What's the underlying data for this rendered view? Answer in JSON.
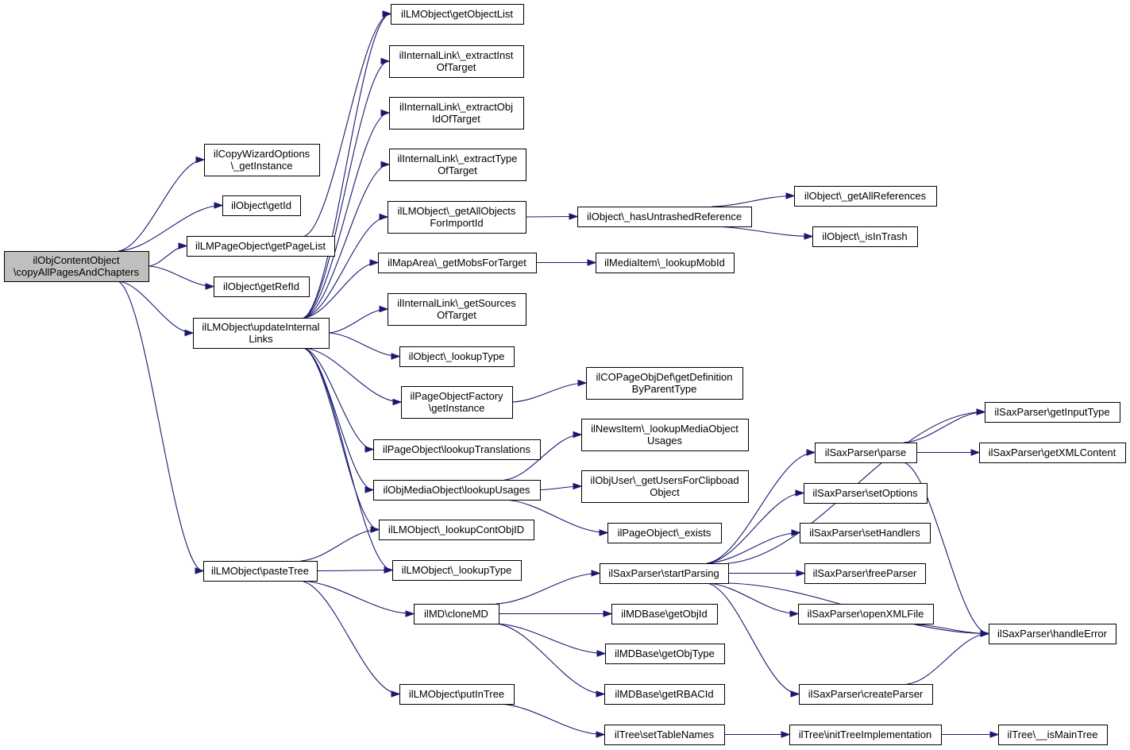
{
  "graph": {
    "nodes": [
      {
        "id": "root",
        "lines": [
          "ilObjContentObject",
          "\\copyAllPagesAndChapters"
        ],
        "root": true
      },
      {
        "id": "cwo",
        "lines": [
          "ilCopyWizardOptions",
          "\\_getInstance"
        ]
      },
      {
        "id": "getId",
        "lines": [
          "ilObject\\getId"
        ]
      },
      {
        "id": "getPageList",
        "lines": [
          "ilLMPageObject\\getPageList"
        ]
      },
      {
        "id": "getRefId",
        "lines": [
          "ilObject\\getRefId"
        ]
      },
      {
        "id": "updateInternalLinks",
        "lines": [
          "ilLMObject\\updateInternal",
          "Links"
        ]
      },
      {
        "id": "pasteTree",
        "lines": [
          "ilLMObject\\pasteTree"
        ]
      },
      {
        "id": "getObjectList",
        "lines": [
          "ilLMObject\\getObjectList"
        ]
      },
      {
        "id": "extractInst",
        "lines": [
          "ilInternalLink\\_extractInst",
          "OfTarget"
        ]
      },
      {
        "id": "extractObj",
        "lines": [
          "ilInternalLink\\_extractObj",
          "IdOfTarget"
        ]
      },
      {
        "id": "extractType",
        "lines": [
          "ilInternalLink\\_extractType",
          "OfTarget"
        ]
      },
      {
        "id": "getAllObjects",
        "lines": [
          "ilLMObject\\_getAllObjects",
          "ForImportId"
        ]
      },
      {
        "id": "getMobsForTarget",
        "lines": [
          "ilMapArea\\_getMobsForTarget"
        ]
      },
      {
        "id": "getSources",
        "lines": [
          "ilInternalLink\\_getSources",
          "OfTarget"
        ]
      },
      {
        "id": "lookupTypeObj",
        "lines": [
          "ilObject\\_lookupType"
        ]
      },
      {
        "id": "pofGetInstance",
        "lines": [
          "ilPageObjectFactory",
          "\\getInstance"
        ]
      },
      {
        "id": "lookupTranslations",
        "lines": [
          "ilPageObject\\lookupTranslations"
        ]
      },
      {
        "id": "lookupUsages",
        "lines": [
          "ilObjMediaObject\\lookupUsages"
        ]
      },
      {
        "id": "lookupContObjID",
        "lines": [
          "ilLMObject\\_lookupContObjID"
        ]
      },
      {
        "id": "lmLookupType",
        "lines": [
          "ilLMObject\\_lookupType"
        ]
      },
      {
        "id": "cloneMD",
        "lines": [
          "ilMD\\cloneMD"
        ]
      },
      {
        "id": "putInTree",
        "lines": [
          "ilLMObject\\putInTree"
        ]
      },
      {
        "id": "hasUntrashed",
        "lines": [
          "ilObject\\_hasUntrashedReference"
        ]
      },
      {
        "id": "lookupMobId",
        "lines": [
          "ilMediaItem\\_lookupMobId"
        ]
      },
      {
        "id": "getDefinition",
        "lines": [
          "ilCOPageObjDef\\getDefinition",
          "ByParentType"
        ]
      },
      {
        "id": "newsLookup",
        "lines": [
          "ilNewsItem\\_lookupMediaObject",
          "Usages"
        ]
      },
      {
        "id": "usersClipboard",
        "lines": [
          "ilObjUser\\_getUsersForClipboad",
          "Object"
        ]
      },
      {
        "id": "pageExists",
        "lines": [
          "ilPageObject\\_exists"
        ]
      },
      {
        "id": "startParsing",
        "lines": [
          "ilSaxParser\\startParsing"
        ]
      },
      {
        "id": "getObjId",
        "lines": [
          "ilMDBase\\getObjId"
        ]
      },
      {
        "id": "getObjType",
        "lines": [
          "ilMDBase\\getObjType"
        ]
      },
      {
        "id": "getRBACId",
        "lines": [
          "ilMDBase\\getRBACId"
        ]
      },
      {
        "id": "setTableNames",
        "lines": [
          "ilTree\\setTableNames"
        ]
      },
      {
        "id": "getAllReferences",
        "lines": [
          "ilObject\\_getAllReferences"
        ]
      },
      {
        "id": "isInTrash",
        "lines": [
          "ilObject\\_isInTrash"
        ]
      },
      {
        "id": "parse",
        "lines": [
          "ilSaxParser\\parse"
        ]
      },
      {
        "id": "setOptions",
        "lines": [
          "ilSaxParser\\setOptions"
        ]
      },
      {
        "id": "setHandlers",
        "lines": [
          "ilSaxParser\\setHandlers"
        ]
      },
      {
        "id": "freeParser",
        "lines": [
          "ilSaxParser\\freeParser"
        ]
      },
      {
        "id": "openXMLFile",
        "lines": [
          "ilSaxParser\\openXMLFile"
        ]
      },
      {
        "id": "createParser",
        "lines": [
          "ilSaxParser\\createParser"
        ]
      },
      {
        "id": "initTree",
        "lines": [
          "ilTree\\initTreeImplementation"
        ]
      },
      {
        "id": "getInputType",
        "lines": [
          "ilSaxParser\\getInputType"
        ]
      },
      {
        "id": "getXMLContent",
        "lines": [
          "ilSaxParser\\getXMLContent"
        ]
      },
      {
        "id": "handleError",
        "lines": [
          "ilSaxParser\\handleError"
        ]
      },
      {
        "id": "isMainTree",
        "lines": [
          "ilTree\\__isMainTree"
        ]
      }
    ],
    "edges": [
      [
        "root",
        "cwo"
      ],
      [
        "root",
        "getId"
      ],
      [
        "root",
        "getPageList"
      ],
      [
        "root",
        "getRefId"
      ],
      [
        "root",
        "updateInternalLinks"
      ],
      [
        "root",
        "pasteTree"
      ],
      [
        "getPageList",
        "getObjectList"
      ],
      [
        "updateInternalLinks",
        "getObjectList"
      ],
      [
        "updateInternalLinks",
        "extractInst"
      ],
      [
        "updateInternalLinks",
        "extractObj"
      ],
      [
        "updateInternalLinks",
        "extractType"
      ],
      [
        "updateInternalLinks",
        "getAllObjects"
      ],
      [
        "updateInternalLinks",
        "getMobsForTarget"
      ],
      [
        "updateInternalLinks",
        "getSources"
      ],
      [
        "updateInternalLinks",
        "lookupTypeObj"
      ],
      [
        "updateInternalLinks",
        "pofGetInstance"
      ],
      [
        "updateInternalLinks",
        "lookupTranslations"
      ],
      [
        "updateInternalLinks",
        "lookupUsages"
      ],
      [
        "updateInternalLinks",
        "lookupContObjID"
      ],
      [
        "updateInternalLinks",
        "lmLookupType"
      ],
      [
        "pasteTree",
        "lookupContObjID"
      ],
      [
        "pasteTree",
        "lmLookupType"
      ],
      [
        "pasteTree",
        "cloneMD"
      ],
      [
        "pasteTree",
        "putInTree"
      ],
      [
        "getAllObjects",
        "hasUntrashed"
      ],
      [
        "hasUntrashed",
        "getAllReferences"
      ],
      [
        "hasUntrashed",
        "isInTrash"
      ],
      [
        "getMobsForTarget",
        "lookupMobId"
      ],
      [
        "pofGetInstance",
        "getDefinition"
      ],
      [
        "lookupUsages",
        "newsLookup"
      ],
      [
        "lookupUsages",
        "usersClipboard"
      ],
      [
        "lookupUsages",
        "pageExists"
      ],
      [
        "cloneMD",
        "startParsing"
      ],
      [
        "cloneMD",
        "getObjId"
      ],
      [
        "cloneMD",
        "getObjType"
      ],
      [
        "cloneMD",
        "getRBACId"
      ],
      [
        "putInTree",
        "setTableNames"
      ],
      [
        "startParsing",
        "getInputType"
      ],
      [
        "startParsing",
        "parse"
      ],
      [
        "startParsing",
        "setOptions"
      ],
      [
        "startParsing",
        "setHandlers"
      ],
      [
        "startParsing",
        "freeParser"
      ],
      [
        "startParsing",
        "openXMLFile"
      ],
      [
        "startParsing",
        "createParser"
      ],
      [
        "startParsing",
        "handleError"
      ],
      [
        "parse",
        "getInputType"
      ],
      [
        "parse",
        "getXMLContent"
      ],
      [
        "parse",
        "handleError"
      ],
      [
        "openXMLFile",
        "handleError"
      ],
      [
        "createParser",
        "handleError"
      ],
      [
        "setTableNames",
        "initTree"
      ],
      [
        "initTree",
        "isMainTree"
      ]
    ]
  },
  "colors": {
    "edge": "#191970",
    "root_fill": "#bfbfbf",
    "node_fill": "#ffffff",
    "border": "#000000"
  }
}
